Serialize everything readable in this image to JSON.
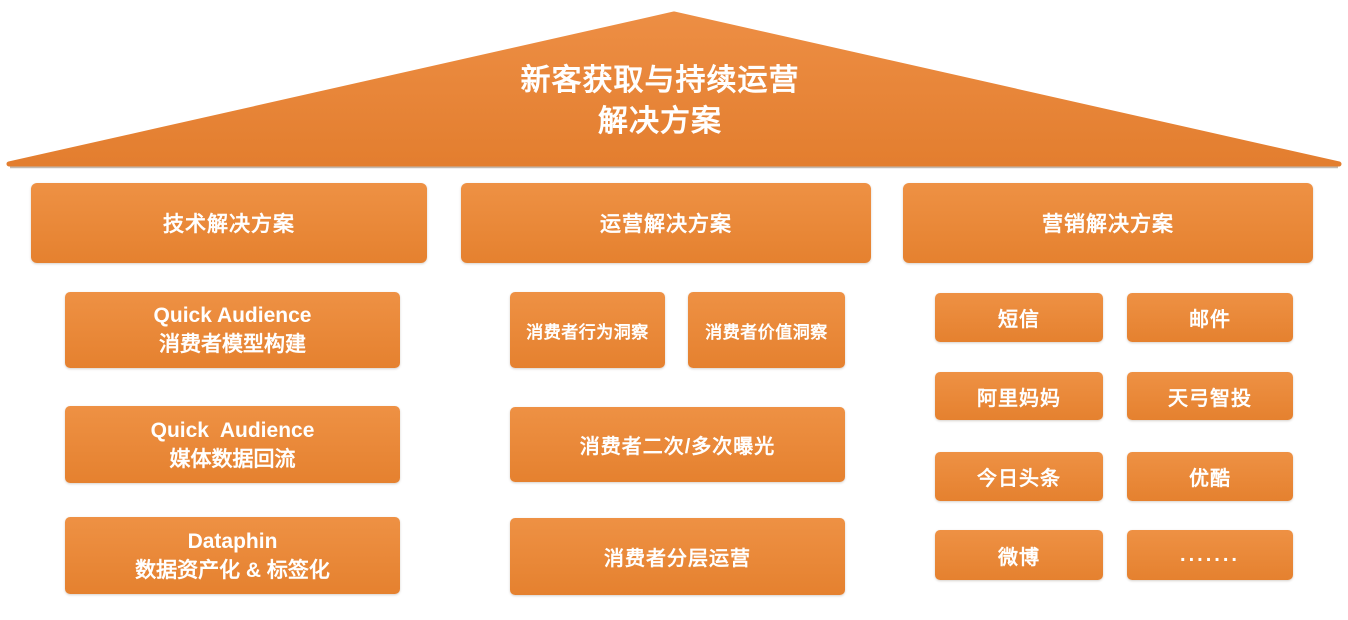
{
  "title": {
    "line1": "新客获取与持续运营",
    "line2": "解决方案"
  },
  "colors": {
    "orange_light": "#ee9144",
    "orange_dark": "#e5812f",
    "roof_top": "#ed8e44",
    "roof_bottom": "#e37e2f",
    "shadow_line": "#b3a89e",
    "text": "#ffffff"
  },
  "columns": [
    {
      "header": "技术解决方案",
      "boxes": [
        {
          "line1": "Quick Audience",
          "line2": "消费者模型构建"
        },
        {
          "line1": "Quick  Audience",
          "line2": "媒体数据回流"
        },
        {
          "line1": "Dataphin",
          "line2": "数据资产化 & 标签化"
        }
      ]
    },
    {
      "header": "运营解决方案",
      "boxes": [
        {
          "label": "消费者行为洞察"
        },
        {
          "label": "消费者价值洞察"
        },
        {
          "label": "消费者二次/多次曝光"
        },
        {
          "label": "消费者分层运营"
        }
      ]
    },
    {
      "header": "营销解决方案",
      "boxes": [
        {
          "label": "短信"
        },
        {
          "label": "邮件"
        },
        {
          "label": "阿里妈妈"
        },
        {
          "label": "天弓智投"
        },
        {
          "label": "今日头条"
        },
        {
          "label": "优酷"
        },
        {
          "label": "微博"
        },
        {
          "label": "......."
        }
      ]
    }
  ]
}
